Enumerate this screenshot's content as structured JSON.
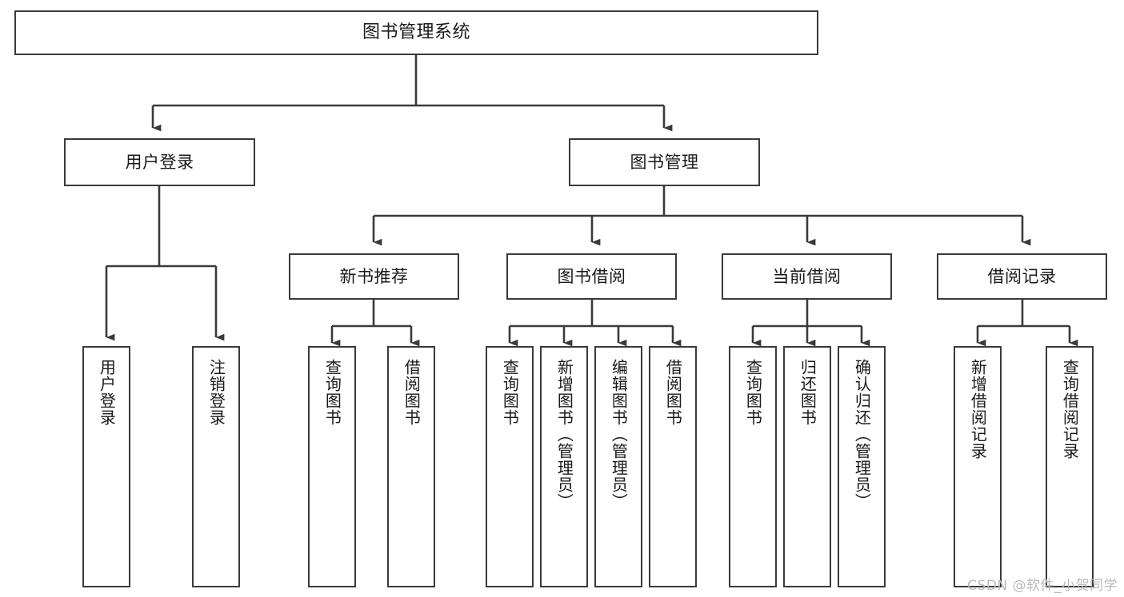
{
  "diagram": {
    "title": "图书管理系统",
    "type": "functional-structure-tree",
    "line_color": "#3a3a3a",
    "box_fill": "#ffffff",
    "text_color": "#1a1a1a",
    "watermark": "CSDN @软件_小贺同学"
  },
  "root": {
    "label": "图书管理系统"
  },
  "level1": [
    {
      "label": "用户登录"
    },
    {
      "label": "图书管理"
    }
  ],
  "level2": [
    {
      "label": "新书推荐"
    },
    {
      "label": "图书借阅"
    },
    {
      "label": "当前借阅"
    },
    {
      "label": "借阅记录"
    }
  ],
  "leaves": {
    "user_login": [
      {
        "label": "用户登录"
      },
      {
        "label": "注销登录"
      }
    ],
    "new_book_recommend": [
      {
        "label": "查询图书"
      },
      {
        "label": "借阅图书"
      }
    ],
    "book_borrow": [
      {
        "label": "查询图书"
      },
      {
        "label": "新增图书（管理员）"
      },
      {
        "label": "编辑图书（管理员）"
      },
      {
        "label": "借阅图书"
      }
    ],
    "current_borrow": [
      {
        "label": "查询图书"
      },
      {
        "label": "归还图书"
      },
      {
        "label": "确认归还（管理员）"
      }
    ],
    "borrow_record": [
      {
        "label": "新增借阅记录"
      },
      {
        "label": "查询借阅记录"
      }
    ]
  }
}
